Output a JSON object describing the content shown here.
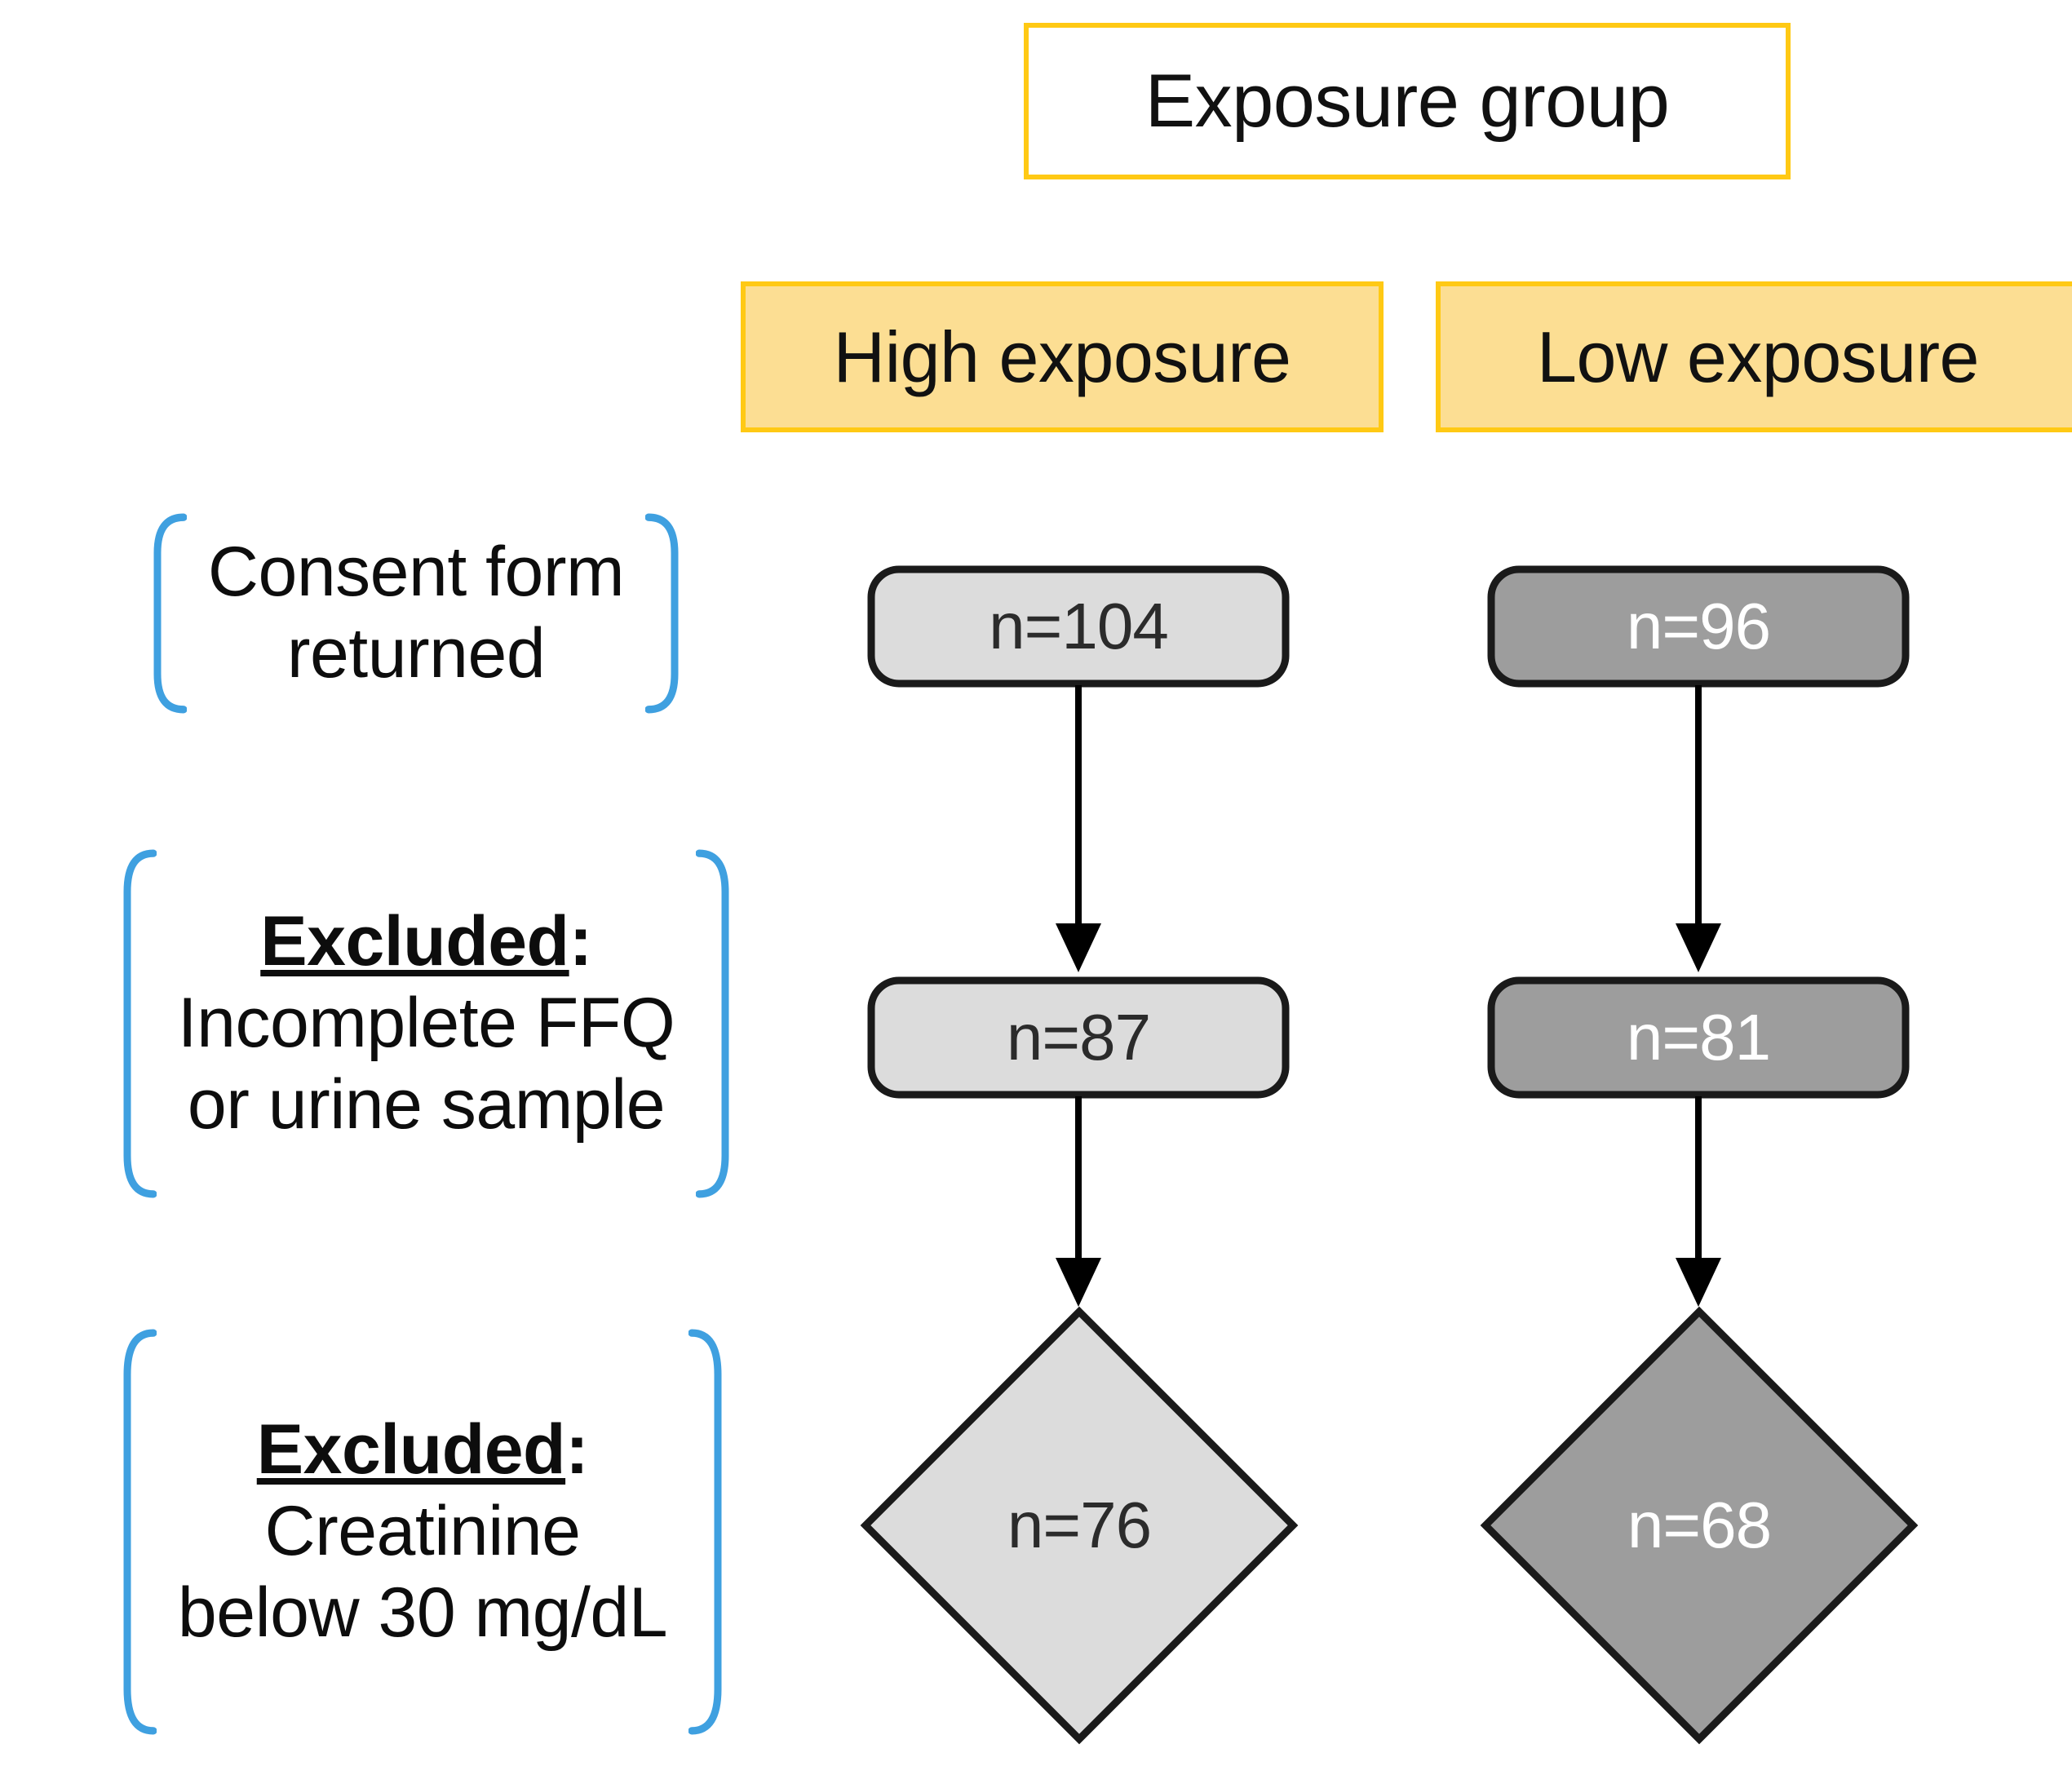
{
  "title": {
    "text": "Exposure group"
  },
  "columns": [
    {
      "id": "high",
      "label": "High exposure"
    },
    {
      "id": "low",
      "label": "Low exposure"
    }
  ],
  "stages": [
    {
      "id": "consent",
      "header": "",
      "lines": [
        "Consent form",
        "returned"
      ]
    },
    {
      "id": "incomplete-ffq",
      "header": "Excluded",
      "header_suffix": ":",
      "lines": [
        "Incomplete FFQ",
        "or urine sample"
      ]
    },
    {
      "id": "creatinine",
      "header": "Excluded",
      "header_suffix": ":",
      "lines": [
        "Creatinine",
        "below 30 mg/dL"
      ]
    }
  ],
  "nodes": {
    "high": [
      {
        "stage": "consent",
        "shape": "rounded-rect",
        "label": "n=104"
      },
      {
        "stage": "incomplete-ffq",
        "shape": "rounded-rect",
        "label": "n=87"
      },
      {
        "stage": "creatinine",
        "shape": "diamond",
        "label": "n=76"
      }
    ],
    "low": [
      {
        "stage": "consent",
        "shape": "rounded-rect",
        "label": "n=96"
      },
      {
        "stage": "incomplete-ffq",
        "shape": "rounded-rect",
        "label": "n=81"
      },
      {
        "stage": "creatinine",
        "shape": "diamond",
        "label": "n=68"
      }
    ]
  },
  "colors": {
    "accent_yellow_border": "#FFC914",
    "header_fill": "#FCDE93",
    "bracket_blue": "#3FA0E0",
    "node_light_fill": "#DCDCDC",
    "node_dark_fill": "#9D9D9D",
    "node_border": "#1A1A1A",
    "arrow": "#000000",
    "light_text": "#2B2B2B",
    "dark_text": "#FFFFFF"
  },
  "chart_data": {
    "type": "diagram",
    "title": "Exposure group",
    "flow": "participant-flow",
    "columns": [
      "High exposure",
      "Low exposure"
    ],
    "stages": [
      "Consent form returned",
      "Excluded: Incomplete FFQ or urine sample",
      "Excluded: Creatinine below 30 mg/dL"
    ],
    "series": [
      {
        "name": "High exposure",
        "values": [
          104,
          87,
          76
        ]
      },
      {
        "name": "Low exposure",
        "values": [
          96,
          81,
          68
        ]
      }
    ]
  }
}
